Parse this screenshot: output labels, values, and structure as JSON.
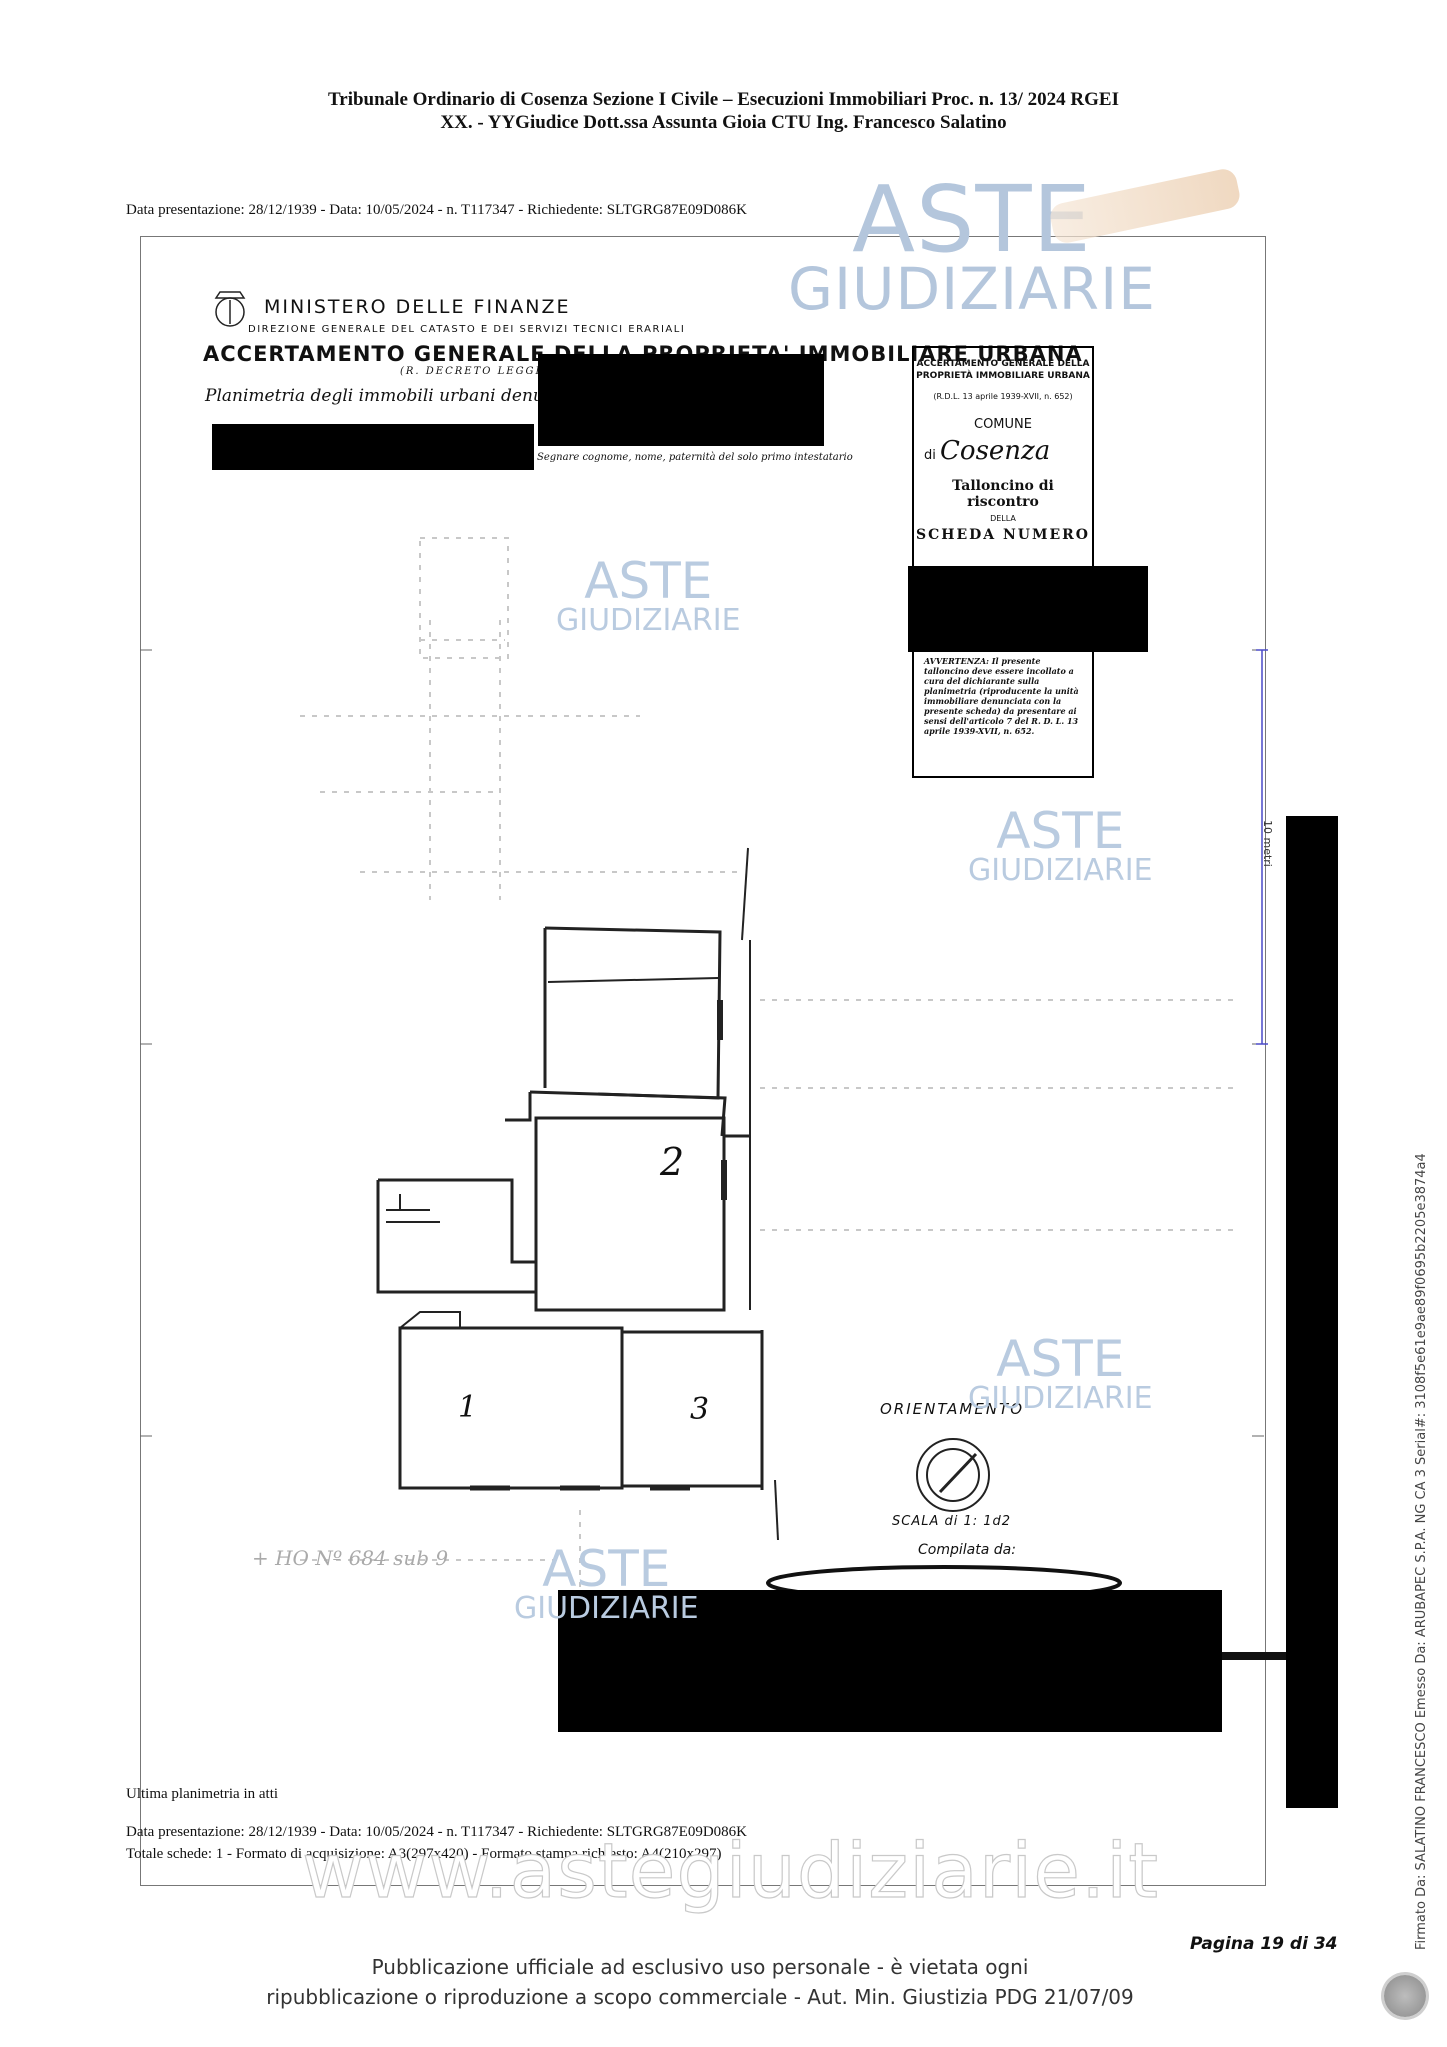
{
  "header": {
    "line1": "Tribunale Ordinario di Cosenza Sezione I Civile – Esecuzioni Immobiliari Proc. n. 13/ 2024 RGEI",
    "line2": "XX. - YYGiudice Dott.ssa Assunta Gioia CTU Ing. Francesco Salatino"
  },
  "presentation_top": "Data presentazione: 28/12/1939 - Data: 10/05/2024 - n. T117347 - Richiedente: SLTGRG87E09D086K",
  "watermark": {
    "line1": "ASTE",
    "line2": "GIUDIZIARIE"
  },
  "ministry": {
    "name": "MINISTERO DELLE FINANZE",
    "directorate": "DIREZIONE GENERALE DEL CATASTO E DEI SERVIZI TECNICI ERARIALI",
    "title": "ACCERTAMENTO GENERALE DELLA PROPRIETA' IMMOBILIARE URBANA",
    "decree": "(R. DECRETO LEGGE",
    "planimetria": "Planimetria degli immobili urbani denunciati",
    "segnare": "Segnare cognome, nome, paternità del solo primo intestatario"
  },
  "talloncino": {
    "heading": "ACCERTAMENTO GENERALE DELLA PROPRIETÀ IMMOBILIARE URBANA",
    "rdl": "(R.D.L. 13 aprile 1939-XVII, n. 652)",
    "comune_label": "COMUNE",
    "di_label": "di",
    "comune_value": "Cosenza",
    "title": "Talloncino di riscontro",
    "della": "DELLA",
    "scheda": "SCHEDA NUMERO",
    "avvertenza": "AVVERTENZA: Il presente talloncino deve essere incollato a cura del dichiarante sulla planimetria (riproducente la unità immobiliare denunciata con la presente scheda) da presentare ai sensi dell'articolo 7 del R. D. L. 13 aprile 1939-XVII, n. 652."
  },
  "plan": {
    "scale_side": "10 metri",
    "orientamento": "ORIENTAMENTO",
    "scala": "SCALA di 1: 1d2",
    "compilata": "Compilata da:",
    "handwritten_ref": "+ HO Nº 684 sub 9"
  },
  "ultima": "Ultima planimetria in atti",
  "presentation_bottom": "Data presentazione: 28/12/1939 - Data: 10/05/2024 - n. T117347 - Richiedente: SLTGRG87E09D086K",
  "totale": "Totale schede: 1 - Formato di acquisizione: A3(297x420)  - Formato stampa richiesto: A4(210x297)",
  "website": "www.astegiudiziarie.it",
  "pagina": "Pagina 19 di 34",
  "pubblicazione": {
    "line1": "Pubblicazione ufficiale ad esclusivo uso personale - è vietata ogni",
    "line2": "ripubblicazione o riproduzione a scopo commerciale - Aut. Min. Giustizia PDG 21/07/09"
  },
  "signature": "Firmato Da: SALATINO FRANCESCO Emesso Da: ARUBAPEC S.P.A. NG CA 3 Serial#: 3108f5e61e9ae89f0695b2205e3874a4"
}
